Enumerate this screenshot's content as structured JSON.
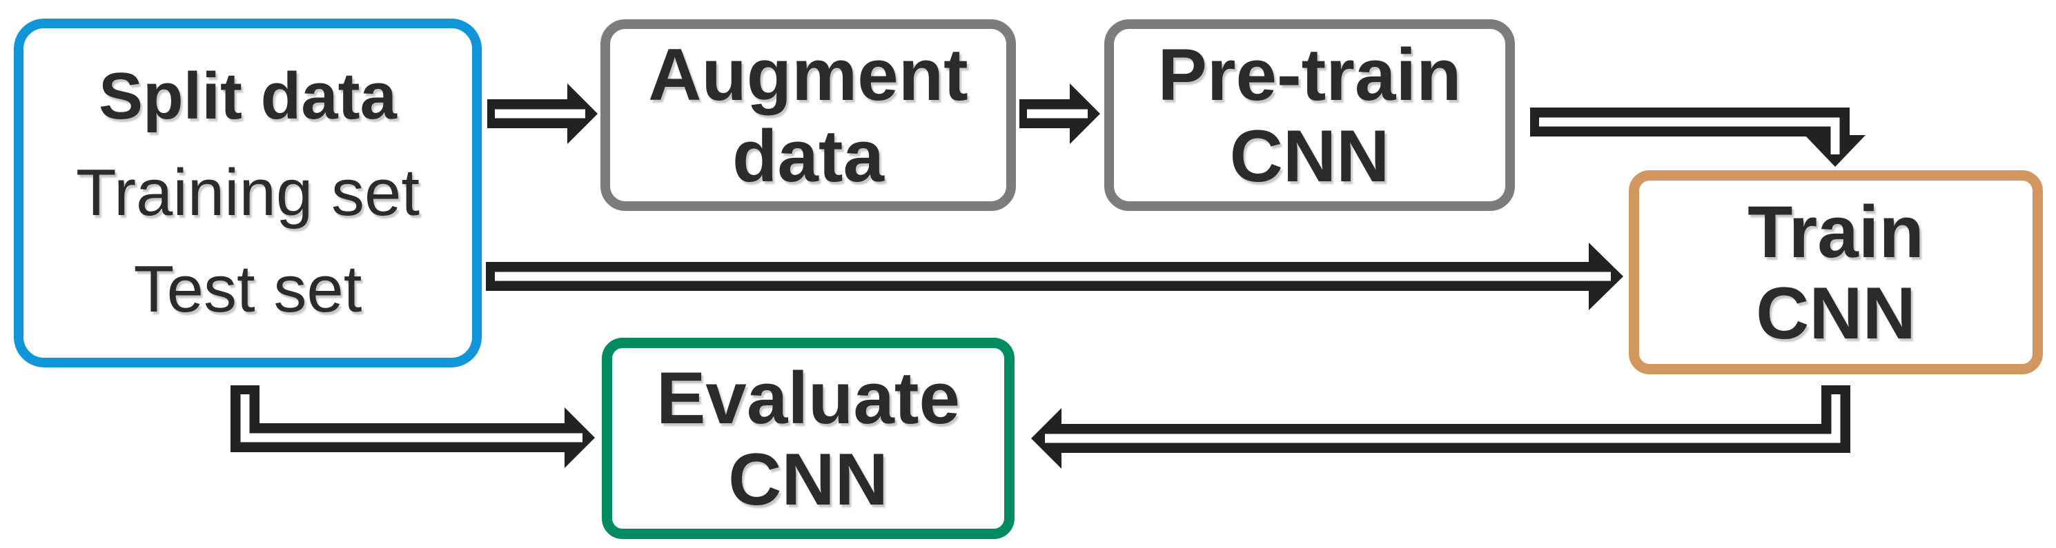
{
  "diagram": {
    "palette": {
      "split_border": "#1095d8",
      "augment_border": "#7c7c7c",
      "pretrain_border": "#7c7c7c",
      "train_border": "#d4965f",
      "evaluate_border": "#008c60",
      "arrow": "#242121",
      "text": "#2b2b2b",
      "background": "#ffffff"
    },
    "nodes": {
      "split": {
        "title": "Split data",
        "line1": "Training set",
        "line2": "Test set"
      },
      "augment": {
        "line1": "Augment",
        "line2": "data"
      },
      "pretrain": {
        "line1": "Pre-train",
        "line2": "CNN"
      },
      "train": {
        "line1": "Train",
        "line2": "CNN"
      },
      "evaluate": {
        "line1": "Evaluate",
        "line2": "CNN"
      }
    },
    "edges": [
      {
        "from": "split",
        "to": "augment",
        "style": "double-line-arrow"
      },
      {
        "from": "augment",
        "to": "pretrain",
        "style": "double-line-arrow"
      },
      {
        "from": "pretrain",
        "to": "train",
        "style": "double-line-elbow-arrow"
      },
      {
        "from": "split",
        "to": "train",
        "style": "double-line-arrow"
      },
      {
        "from": "split",
        "to": "evaluate",
        "style": "double-line-elbow-arrow"
      },
      {
        "from": "train",
        "to": "evaluate",
        "style": "double-line-elbow-arrow"
      }
    ]
  }
}
